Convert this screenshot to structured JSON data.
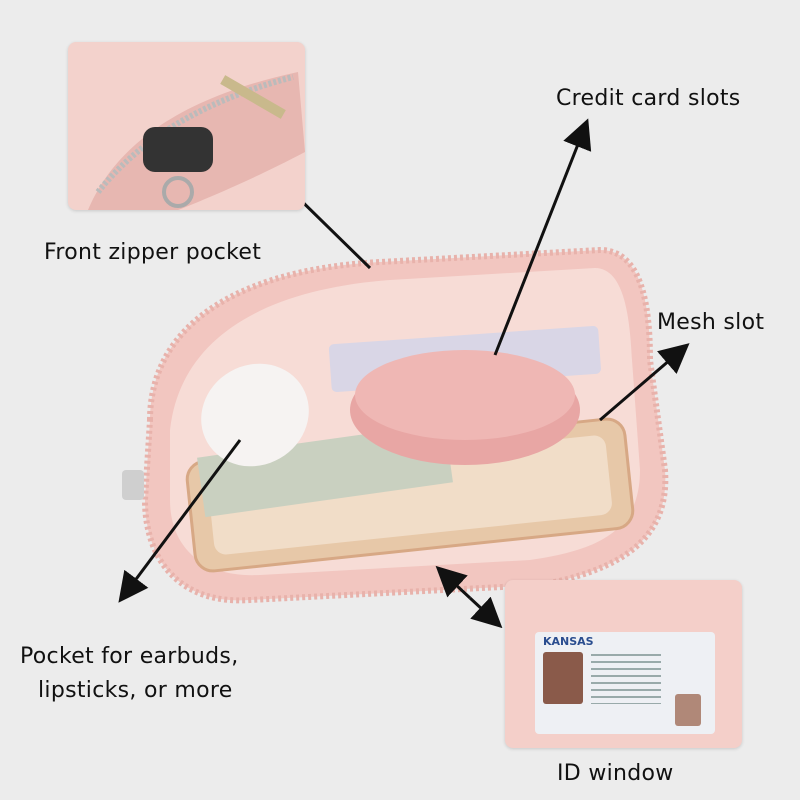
{
  "labels": {
    "credit_card_slots": "Credit card slots",
    "front_zipper_pocket": "Front zipper pocket",
    "mesh_slot": "Mesh slot",
    "pocket_line1": "Pocket for earbuds,",
    "pocket_line2": "lipsticks, or more",
    "id_window": "ID window"
  },
  "id_card": {
    "state": "KANSAS"
  },
  "colors": {
    "background": "#ececec",
    "pouch_pink": "#f3c9c4",
    "lining": "#f7dcd6",
    "arrow": "#111111"
  }
}
